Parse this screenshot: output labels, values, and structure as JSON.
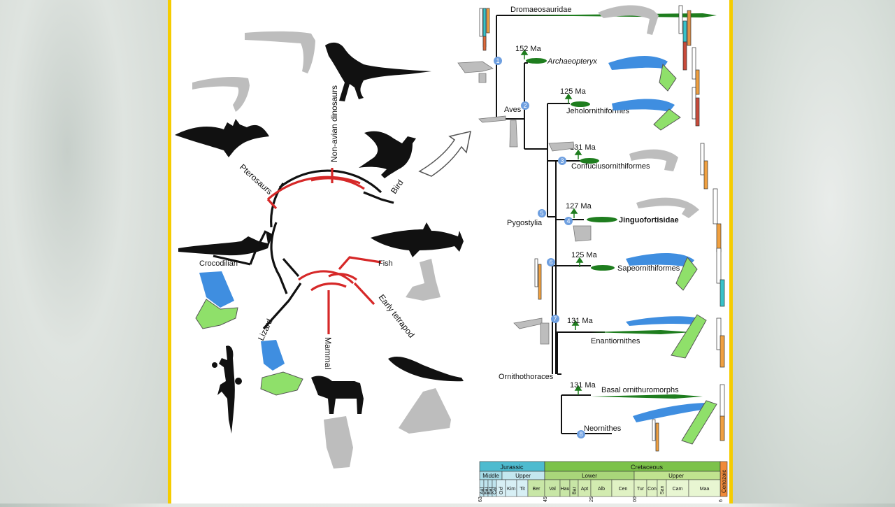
{
  "frame": {
    "accent": "#f5cc00",
    "red": "#d62828",
    "green": "#1e7d1e",
    "blue": "#2f7fd6",
    "lime": "#8fe06a"
  },
  "radial": {
    "labels": {
      "non_avian": "Non-avian dinosaurs",
      "pterosaurs": "Pterosaurs",
      "bird": "Bird",
      "crocodilian": "Crocodilian",
      "fish": "Fish",
      "lizard": "Lizard",
      "mammal": "Mammal",
      "early_tetrapod": "Early tetrapod"
    }
  },
  "tree": {
    "taxa": {
      "dromaeo": "Dromaeosauridae",
      "archaeo": "Archaeopteryx",
      "jeholo": "Jeholornithiformes",
      "confu": "Confuciusornithiformes",
      "jinguo": "Jinguofortisidae",
      "sapeo": "Sapeornithiformes",
      "enantio": "Enantiornithes",
      "basal": "Basal ornithuromorphs",
      "neorn": "Neornithes"
    },
    "ages": {
      "archaeo": "152 Ma",
      "jeholo": "125 Ma",
      "confu": "131 Ma",
      "jinguo": "127 Ma",
      "sapeo": "125 Ma",
      "enantio": "131 Ma",
      "basal": "131 Ma"
    },
    "clades": {
      "aves": "Aves",
      "pygostylia": "Pygostylia",
      "ornitho": "Ornithothoraces"
    },
    "nodes": [
      "1",
      "2",
      "3",
      "4",
      "5",
      "6",
      "7",
      "8"
    ]
  },
  "timescale": {
    "periods": {
      "jurassic": "Jurassic",
      "cretaceous": "Cretaceous",
      "cenozoic": "Cenozoic"
    },
    "epochs": {
      "middle": "Middle",
      "upper_j": "Upper",
      "lower": "Lower",
      "upper_k": "Upper"
    },
    "stages": [
      "Aal",
      "Baj",
      "Bat",
      "Cal",
      "Oxf",
      "Kim",
      "Tit",
      "Ber",
      "Val",
      "Hau",
      "Bar",
      "Apt",
      "Alb",
      "Cen",
      "Tur",
      "Con",
      "San",
      "Cam",
      "Maa"
    ],
    "ticks": [
      "63",
      "45",
      "25",
      "00",
      "6"
    ]
  }
}
